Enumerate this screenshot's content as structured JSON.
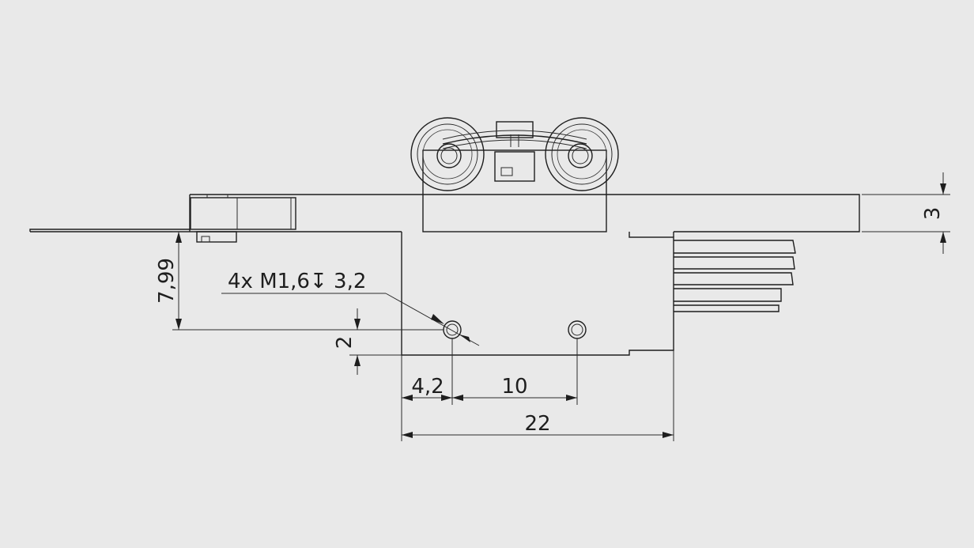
{
  "drawing": {
    "callout": "4x M1,6↧ 3,2",
    "dimensions": {
      "height_plate": "3",
      "height_holes": "7,99",
      "offset_vertical": "2",
      "offset_horizontal": "4,2",
      "hole_spacing": "10",
      "overall_width": "22"
    },
    "colors": {
      "background": "#e9e9e9",
      "line": "#1e1e1e"
    }
  }
}
